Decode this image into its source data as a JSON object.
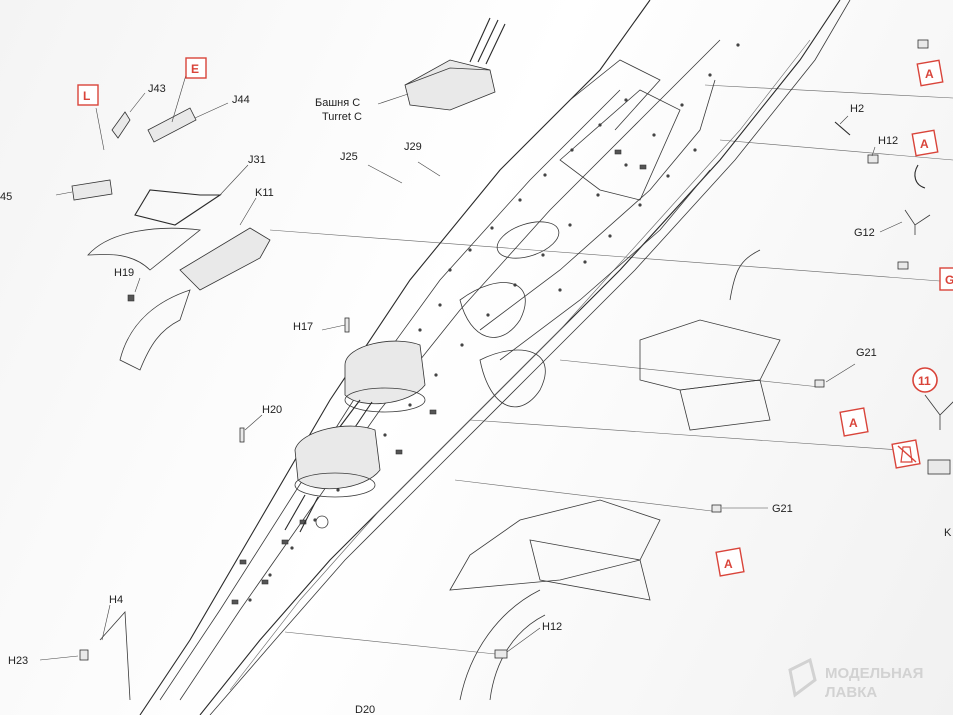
{
  "callouts": {
    "L": "L",
    "E": "E",
    "A1": "A",
    "A2": "A",
    "A3": "A",
    "A4": "A",
    "A5": "A",
    "C1": "G",
    "K_edge": "K",
    "step": "11"
  },
  "parts": {
    "J43": "J43",
    "J44": "J44",
    "J45": "45",
    "J31": "J31",
    "K11": "K11",
    "H19": "H19",
    "H17": "H17",
    "H20": "H20",
    "H4": "H4",
    "H23": "H23",
    "H12_bottom": "H12",
    "J25": "J25",
    "J29": "J29",
    "H2": "H2",
    "H12_top": "H12",
    "G12": "G12",
    "G21_a": "G21",
    "G21_b": "G21",
    "D20": "D20"
  },
  "turret": {
    "line1": "Башня С",
    "line2": "Turret C"
  },
  "watermark": {
    "line1": "МОДЕЛЬНАЯ",
    "line2": "ЛАВКА"
  },
  "colors": {
    "callout_red": "#d9443a",
    "line": "#333333",
    "paper": "#f7f7f7"
  }
}
